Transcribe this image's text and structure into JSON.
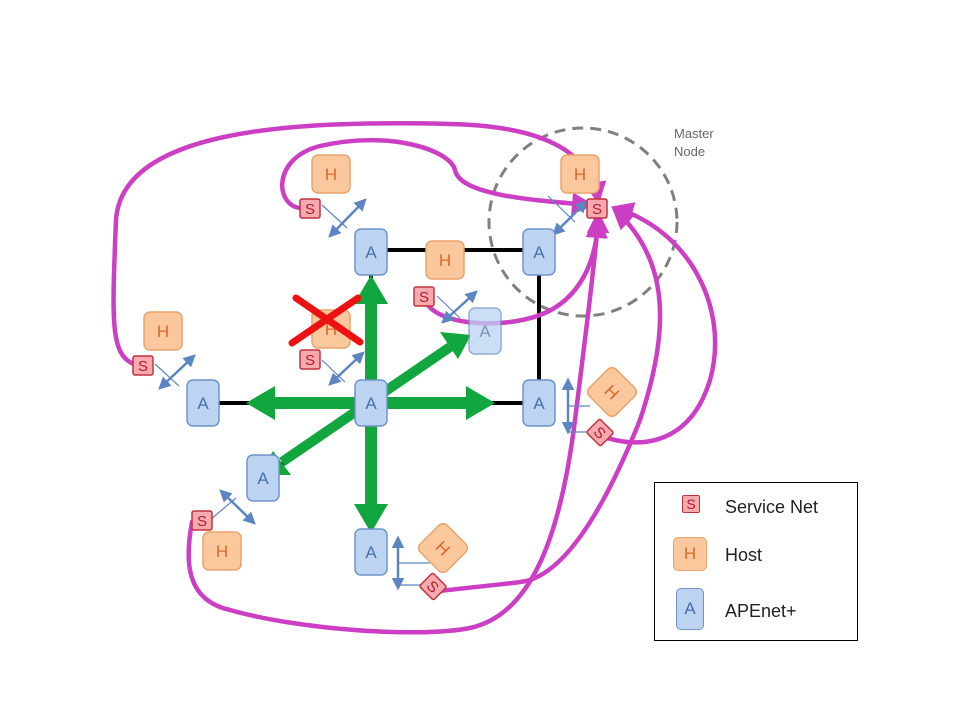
{
  "master_node": {
    "line1": "Master",
    "line2": "Node"
  },
  "glyphs": {
    "apenet": "A",
    "host": "H",
    "service": "S"
  },
  "legend": {
    "items": [
      {
        "label": "Service Net",
        "glyph": "S"
      },
      {
        "label": "Host",
        "glyph": "H"
      },
      {
        "label": "APEnet+",
        "glyph": "A"
      }
    ]
  },
  "colors": {
    "apenet_fill": "#bcd3f2",
    "apenet_stroke": "#6f94c9",
    "apenet_text": "#4a6fa8",
    "host_fill": "#fbc79c",
    "host_stroke": "#e9a46d",
    "host_text": "#d8692b",
    "service_fill": "#f7a9b0",
    "service_stroke": "#c0333f",
    "service_text": "#b01c28",
    "magenta": "#cc3fc4",
    "green": "#11a63e",
    "cross": "#ee1111",
    "link": "#000000",
    "duplex": "#5b86c2"
  }
}
